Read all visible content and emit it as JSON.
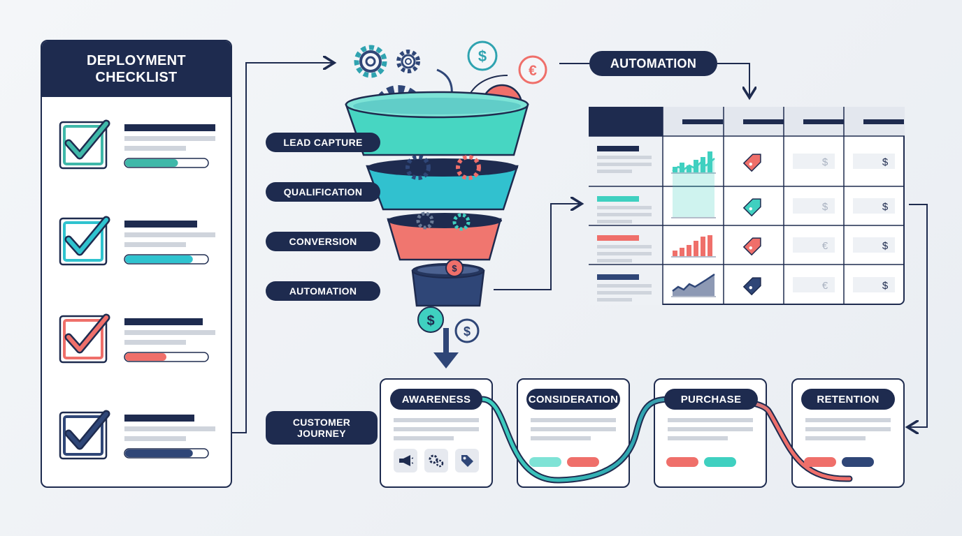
{
  "checklist": {
    "title": "DEPLOYMENT\nCHECKLIST",
    "colors": [
      "#3fb8a9",
      "#2fc3cf",
      "#ef6f6a",
      "#2f4677"
    ]
  },
  "funnel_labels": [
    "LEAD CAPTURE",
    "QUALIFICATION",
    "CONVERSION",
    "AUTOMATION"
  ],
  "automation_label": "AUTOMATION",
  "journey_label": "CUSTOMER\nJOURNEY",
  "stages": [
    {
      "label": "AWARENESS"
    },
    {
      "label": "CONSIDERATION"
    },
    {
      "label": "PURCHASE"
    },
    {
      "label": "RETENTION"
    }
  ],
  "currency": {
    "dollar": "$",
    "euro": "€"
  },
  "colors": {
    "navy": "#1e2b4f",
    "teal": "#3fd0c0",
    "cyan": "#2fc3cf",
    "coral": "#ef6f6a",
    "slate": "#2f4677",
    "gray": "#cfd4dc"
  }
}
